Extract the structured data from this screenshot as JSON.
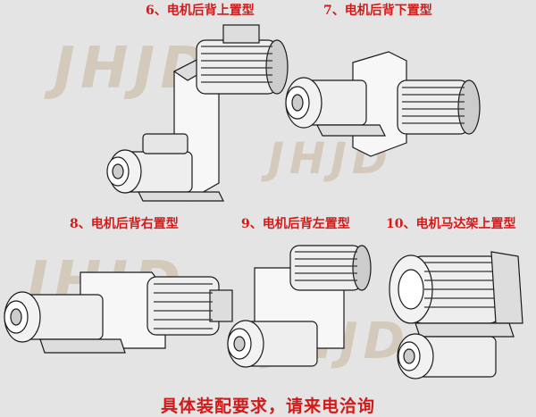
{
  "captions": {
    "c1": "6、电机后背上置型",
    "c2": "7、电机后背下置型",
    "c3": "8、电机后背右置型",
    "c4": "9、电机后背左置型",
    "c5": "10、电机马达架上置型"
  },
  "footer": "具体装配要求，请来电洽询",
  "watermark": "JHJD",
  "colors": {
    "caption": "#d11a1a",
    "background": "#e4e4e4",
    "line": "#1a1a1a",
    "watermark": "#c8b59a"
  }
}
